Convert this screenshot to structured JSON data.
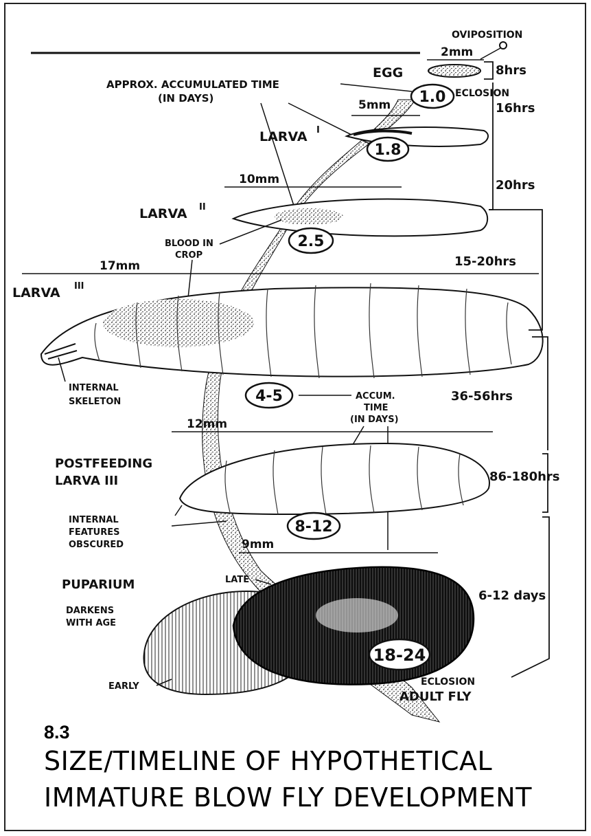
{
  "figure": {
    "number": "8.3",
    "title_line1": "SIZE/TIMELINE OF HYPOTHETICAL",
    "title_line2": "IMMATURE BLOW FLY DEVELOPMENT"
  },
  "stages": {
    "egg": "EGG",
    "larva1": "LARVA",
    "larva1_num": "I",
    "larva2": "LARVA",
    "larva2_num": "II",
    "larva3": "LARVA",
    "larva3_num": "III",
    "postfeeding_line1": "POSTFEEDING",
    "postfeeding_line2": "LARVA III",
    "puparium": "PUPARIUM",
    "adult": "ADULT FLY"
  },
  "sizes": {
    "egg": "2mm",
    "larva1": "5mm",
    "larva2": "10mm",
    "larva3": "17mm",
    "postfeeding": "12mm",
    "puparium": "9mm"
  },
  "accumulated_days": {
    "egg": "1.0",
    "larva1": "1.8",
    "larva2": "2.5",
    "larva3": "4-5",
    "postfeeding": "8-12",
    "puparium": "18-24"
  },
  "durations": {
    "egg": "8hrs",
    "larva1": "16hrs",
    "larva2": "20hrs",
    "larva3": "15-20hrs",
    "larva3_feeding": "36-56hrs",
    "postfeeding": "86-180hrs",
    "puparium": "6-12 days"
  },
  "annotations": {
    "oviposition": "OVIPOSITION",
    "eclosion_top": "ECLOSION",
    "eclosion_bottom": "ECLOSION",
    "approx_line1": "APPROX. ACCUMULATED TIME",
    "approx_line2": "(IN DAYS)",
    "blood_line1": "BLOOD IN",
    "blood_line2": "CROP",
    "skeleton_line1": "INTERNAL",
    "skeleton_line2": "SKELETON",
    "accum_line1": "ACCUM.",
    "accum_line2": "TIME",
    "accum_line3": "(IN DAYS)",
    "features_line1": "INTERNAL",
    "features_line2": "FEATURES",
    "features_line3": "OBSCURED",
    "late": "LATE",
    "early": "EARLY",
    "darkens_line1": "DARKENS",
    "darkens_line2": "WITH AGE"
  }
}
